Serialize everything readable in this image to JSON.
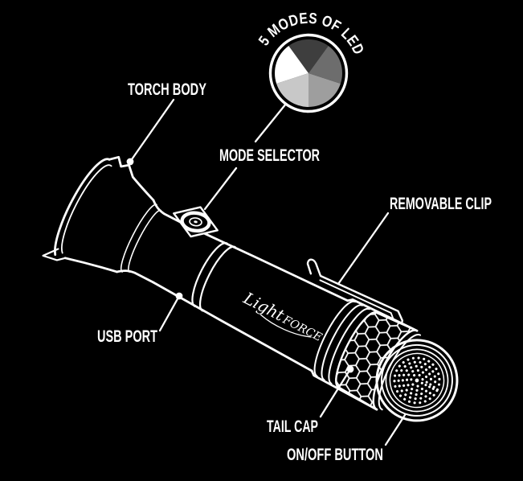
{
  "page": {
    "background": "#000000",
    "line_color": "#ffffff"
  },
  "magnifier": {
    "curved_title": "5 MODES OF LED",
    "mode_count": 5,
    "slice_colors": [
      "#3e3e3e",
      "#6d6d6d",
      "#9e9e9e",
      "#c8c8c8",
      "#ffffff"
    ]
  },
  "flashlight": {
    "brand_script": "Light",
    "brand_caps": "FORCE"
  },
  "labels": {
    "torch_body": "TORCH BODY",
    "mode_selector": "MODE SELECTOR",
    "removable_clip": "REMOVABLE CLIP",
    "usb_port": "USB PORT",
    "tail_cap": "TAIL CAP",
    "on_off_button": "ON/OFF BUTTON"
  }
}
